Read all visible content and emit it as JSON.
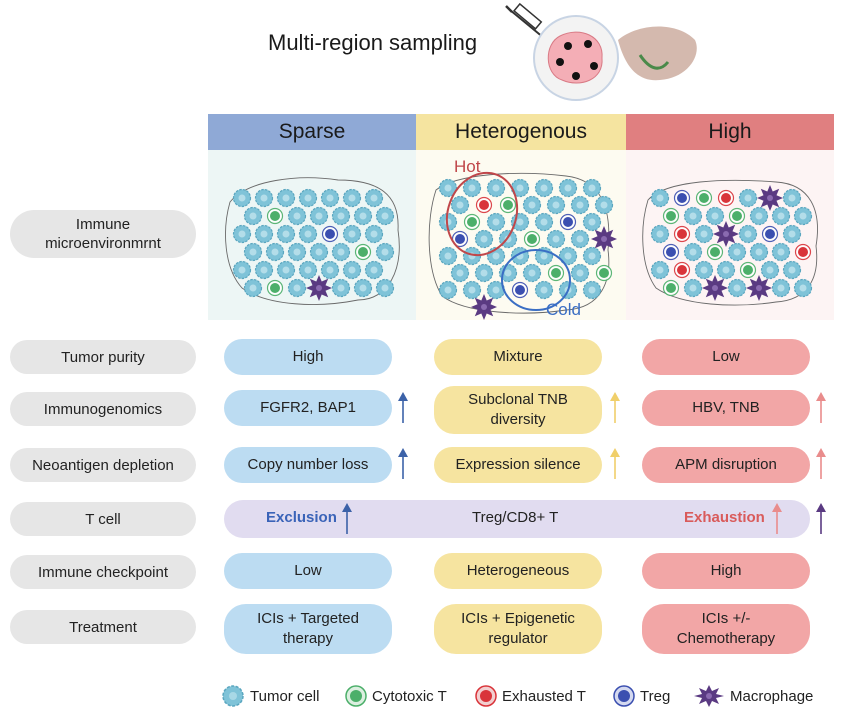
{
  "title": "Multi-region sampling",
  "columns": [
    {
      "label": "Sparse",
      "color": "#8fa9d6",
      "panel_color": "#edf6f5"
    },
    {
      "label": "Heterogenous",
      "color": "#f5e4a0",
      "panel_color": "#fdfbf1"
    },
    {
      "label": "High",
      "color": "#e07f80",
      "panel_color": "#fdf4f4"
    }
  ],
  "panel_labels": {
    "hot": "Hot",
    "cold": "Cold"
  },
  "rows": {
    "immune": "Immune microenvironmrnt",
    "purity": {
      "label": "Tumor purity",
      "values": [
        "High",
        "Mixture",
        "Low"
      ]
    },
    "immunogenomics": {
      "label": "Immunogenomics",
      "values": [
        "FGFR2, BAP1",
        "Subclonal TNB diversity",
        "HBV, TNB"
      ]
    },
    "neoantigen": {
      "label": "Neoantigen depletion",
      "values": [
        "Copy number loss",
        "Expression silence",
        "APM disruption"
      ]
    },
    "tcell": {
      "label": "T cell",
      "left": "Exclusion",
      "center": "Treg/CD8+ T",
      "right": "Exhaustion"
    },
    "checkpoint": {
      "label": "Immune checkpoint",
      "values": [
        "Low",
        "Heterogeneous",
        "High"
      ]
    },
    "treatment": {
      "label": "Treatment",
      "values": [
        "ICIs + Targeted therapy",
        "ICIs + Epigenetic regulator",
        "ICIs +/- Chemotherapy"
      ]
    }
  },
  "legend": [
    "Tumor cell",
    "Cytotoxic T",
    "Exhausted T",
    "Treg",
    "Macrophage"
  ],
  "colors": {
    "tumor": "#7fc3d8",
    "cytotoxic": "#4caf6a",
    "exhausted": "#d9343a",
    "treg": "#3b4fb0",
    "macrophage": "#5a3a82",
    "exclusion_text": "#3a63b8",
    "exhaustion_text": "#d95b5b",
    "arrow_blue": "#3c62a8",
    "arrow_yellow": "#f0cf6a",
    "arrow_red": "#e98c8c",
    "arrow_purple": "#5a3a82"
  }
}
